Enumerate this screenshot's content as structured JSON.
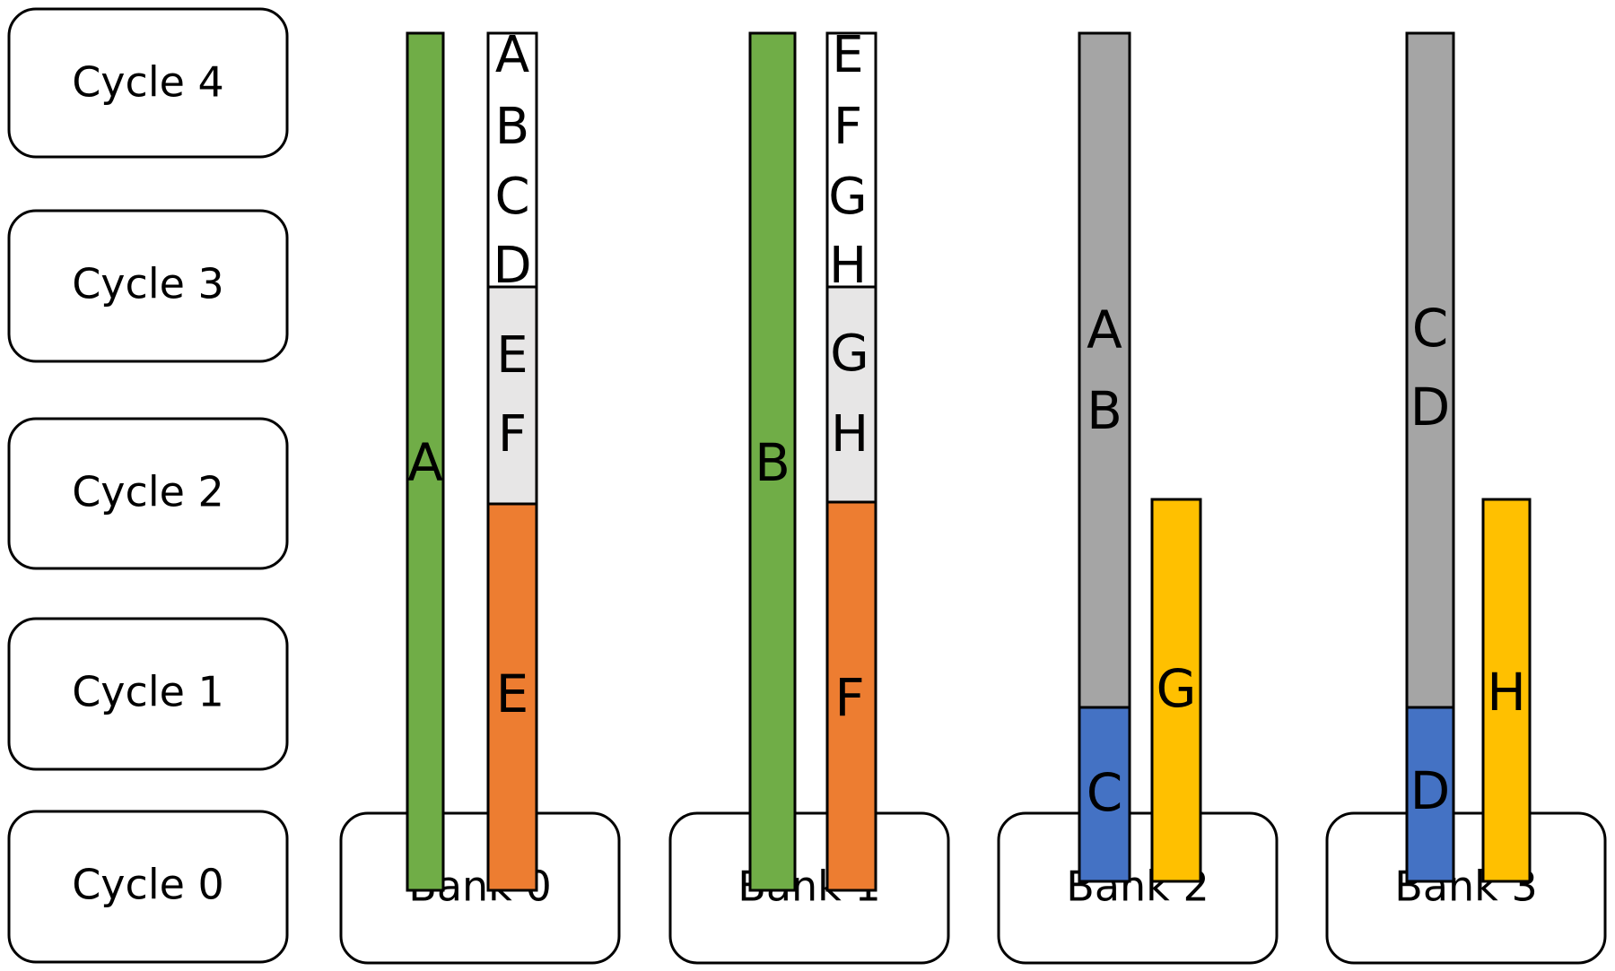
{
  "colors": {
    "green": "#70AD47",
    "orange": "#ED7D31",
    "gray": "#A5A5A5",
    "light_gray": "#E7E6E6",
    "blue": "#4472C4",
    "yellow": "#FFC000",
    "white": "#FFFFFF"
  },
  "cycles": [
    {
      "label": "Cycle 4"
    },
    {
      "label": "Cycle 3"
    },
    {
      "label": "Cycle 2"
    },
    {
      "label": "Cycle 1"
    },
    {
      "label": "Cycle 0"
    }
  ],
  "banks": [
    {
      "label": "Bank 0"
    },
    {
      "label": "Bank 1"
    },
    {
      "label": "Bank 2"
    },
    {
      "label": "Bank 3"
    }
  ],
  "bank0": {
    "left_bar": {
      "label": "A",
      "color": "green"
    },
    "right_bar": {
      "top_letters": [
        "A",
        "B",
        "C",
        "D"
      ],
      "middle_letters": [
        "E",
        "F"
      ],
      "bottom_label": "E"
    }
  },
  "bank1": {
    "left_bar": {
      "label": "B",
      "color": "green"
    },
    "right_bar": {
      "top_letters": [
        "E",
        "F",
        "G",
        "H"
      ],
      "middle_letters": [
        "G",
        "H"
      ],
      "bottom_label": "F"
    }
  },
  "bank2": {
    "left_bar": {
      "top_letters": [
        "A",
        "B"
      ],
      "bottom_label": "C"
    },
    "right_bar": {
      "label": "G",
      "color": "yellow"
    }
  },
  "bank3": {
    "left_bar": {
      "top_letters": [
        "C",
        "D"
      ],
      "bottom_label": "D"
    },
    "right_bar": {
      "label": "H",
      "color": "yellow"
    }
  }
}
